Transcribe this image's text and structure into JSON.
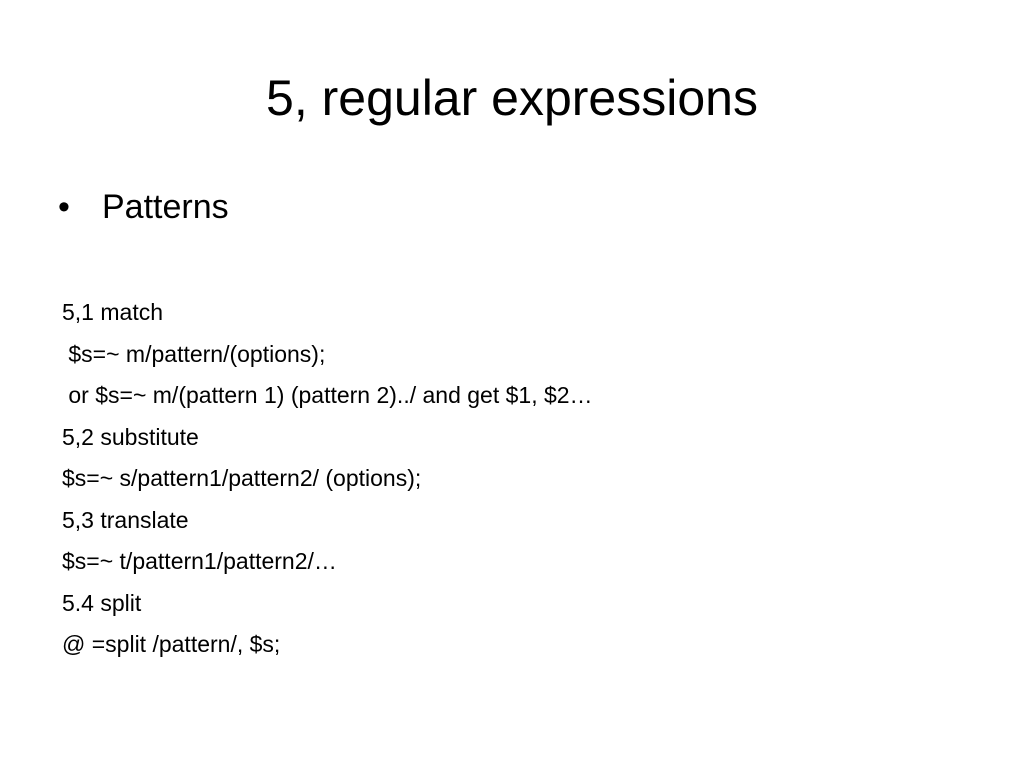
{
  "slide": {
    "title": "5, regular expressions",
    "bullet": {
      "marker": "•",
      "text": "Patterns"
    },
    "lines": [
      "5,1 match",
      " $s=~ m/pattern/(options);",
      " or $s=~ m/(pattern 1) (pattern 2)../ and get $1, $2…",
      "5,2 substitute",
      "$s=~ s/pattern1/pattern2/ (options);",
      "5,3 translate",
      "$s=~ t/pattern1/pattern2/…",
      "5.4 split",
      "@ =split /pattern/, $s;"
    ]
  }
}
